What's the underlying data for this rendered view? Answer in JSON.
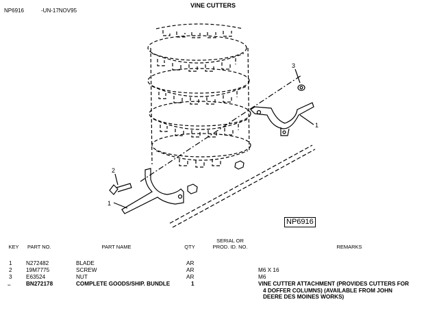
{
  "header": {
    "code": "NP6916",
    "date": "-UN-17NOV95",
    "title": "VINE CUTTERS"
  },
  "figure": {
    "ref_box": "NP6916",
    "callouts": [
      "3",
      "1",
      "2",
      "1"
    ]
  },
  "table": {
    "columns": {
      "key": "KEY",
      "part_no": "PART NO.",
      "part_name": "PART NAME",
      "qty": "QTY",
      "serial_1": "SERIAL OR",
      "serial_2": "PROD. ID. NO.",
      "remarks": "REMARKS"
    },
    "rows": [
      {
        "key": "1",
        "part_no": "N272482",
        "part_name": "BLADE",
        "qty": "AR",
        "remarks": ""
      },
      {
        "key": "2",
        "part_no": "19M7775",
        "part_name": "SCREW",
        "qty": "AR",
        "remarks": "M6 X 16"
      },
      {
        "key": "3",
        "part_no": "E63524",
        "part_name": "NUT",
        "qty": "AR",
        "remarks": "M6"
      },
      {
        "key": "..",
        "part_no": "BN272178",
        "part_name": "COMPLETE GOODS/SHIP. BUNDLE",
        "qty": "1",
        "remarks_lines": [
          "VINE CUTTER ATTACHMENT (PROVIDES CUTTERS FOR",
          "4 DOFFER COLUMNS) (AVAILABLE FROM JOHN",
          "DEERE DES MOINES WORKS)"
        ]
      }
    ]
  }
}
